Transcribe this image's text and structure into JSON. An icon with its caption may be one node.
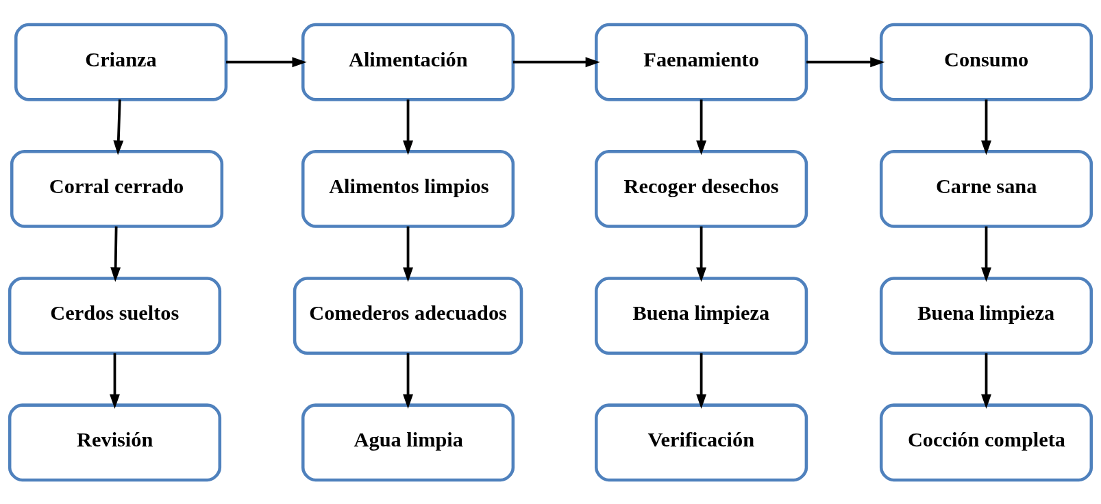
{
  "diagram": {
    "nodes": [
      {
        "text": [
          "Crianza"
        ]
      },
      {
        "text": [
          "Alimentación"
        ]
      },
      {
        "text": [
          "Faenamiento"
        ]
      },
      {
        "text": [
          "Consumo"
        ]
      },
      {
        "text": [
          "Corral cerrado"
        ]
      },
      {
        "text": [
          "Alimentos limpios"
        ]
      },
      {
        "text": [
          "Recoger desechos"
        ]
      },
      {
        "text": [
          "Carne sana"
        ]
      },
      {
        "text": [
          "Cerdos sueltos"
        ]
      },
      {
        "text": [
          "Comederos adecuados"
        ]
      },
      {
        "text": [
          "Buena limpieza"
        ]
      },
      {
        "text": [
          "Buena limpieza"
        ]
      },
      {
        "text": [
          "Revisión"
        ]
      },
      {
        "text": [
          "Agua limpia"
        ]
      },
      {
        "text": [
          "Verificación"
        ]
      },
      {
        "text": [
          "Cocción completa"
        ]
      }
    ],
    "edges": [
      {
        "from": 0,
        "to": 1,
        "arrow": "to"
      },
      {
        "from": 1,
        "to": 2,
        "arrow": "to"
      },
      {
        "from": 2,
        "to": 3,
        "arrow": "to"
      },
      {
        "from": 0,
        "to": 4,
        "arrow": "to"
      },
      {
        "from": 4,
        "to": 8,
        "arrow": "to"
      },
      {
        "from": 8,
        "to": 12,
        "arrow": "to"
      },
      {
        "from": 1,
        "to": 5,
        "arrow": "to"
      },
      {
        "from": 5,
        "to": 9,
        "arrow": "to"
      },
      {
        "from": 9,
        "to": 13,
        "arrow": "to"
      },
      {
        "from": 2,
        "to": 6,
        "arrow": "to"
      },
      {
        "from": 6,
        "to": 10,
        "arrow": "to"
      },
      {
        "from": 10,
        "to": 14,
        "arrow": "to"
      },
      {
        "from": 3,
        "to": 7,
        "arrow": "to"
      },
      {
        "from": 7,
        "to": 11,
        "arrow": "to"
      },
      {
        "from": 11,
        "to": 15,
        "arrow": "to"
      }
    ]
  }
}
